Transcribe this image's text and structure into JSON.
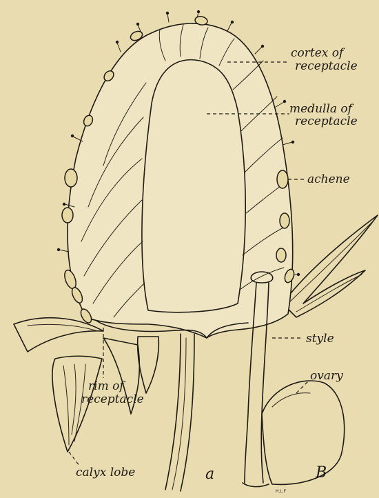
{
  "labels": {
    "cortex": [
      "cortex of",
      "receptacle"
    ],
    "medulla": [
      "medulla of",
      "receptacle"
    ],
    "achene": "achene",
    "style": "style",
    "ovary": "ovary",
    "rim": [
      "rim of",
      "receptacle"
    ],
    "calyx": "calyx lobe",
    "figure_a": "a",
    "figure_b": "B",
    "signature": "H.L.F"
  }
}
